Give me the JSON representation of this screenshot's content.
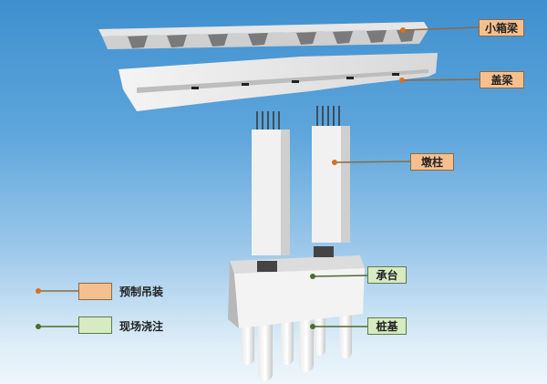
{
  "labels": {
    "box_girder": "小箱梁",
    "cap_beam": "盖梁",
    "pier_column": "墩柱",
    "pile_cap": "承台",
    "pile_foundation": "桩基"
  },
  "legend": {
    "precast": "预制吊装",
    "cast_in_place": "现场浇注"
  },
  "colors": {
    "precast": "#f6c08e",
    "cast_in_place": "#d6ebc2",
    "precast_line": "#c0652a",
    "cast_line": "#4f6b2f"
  }
}
